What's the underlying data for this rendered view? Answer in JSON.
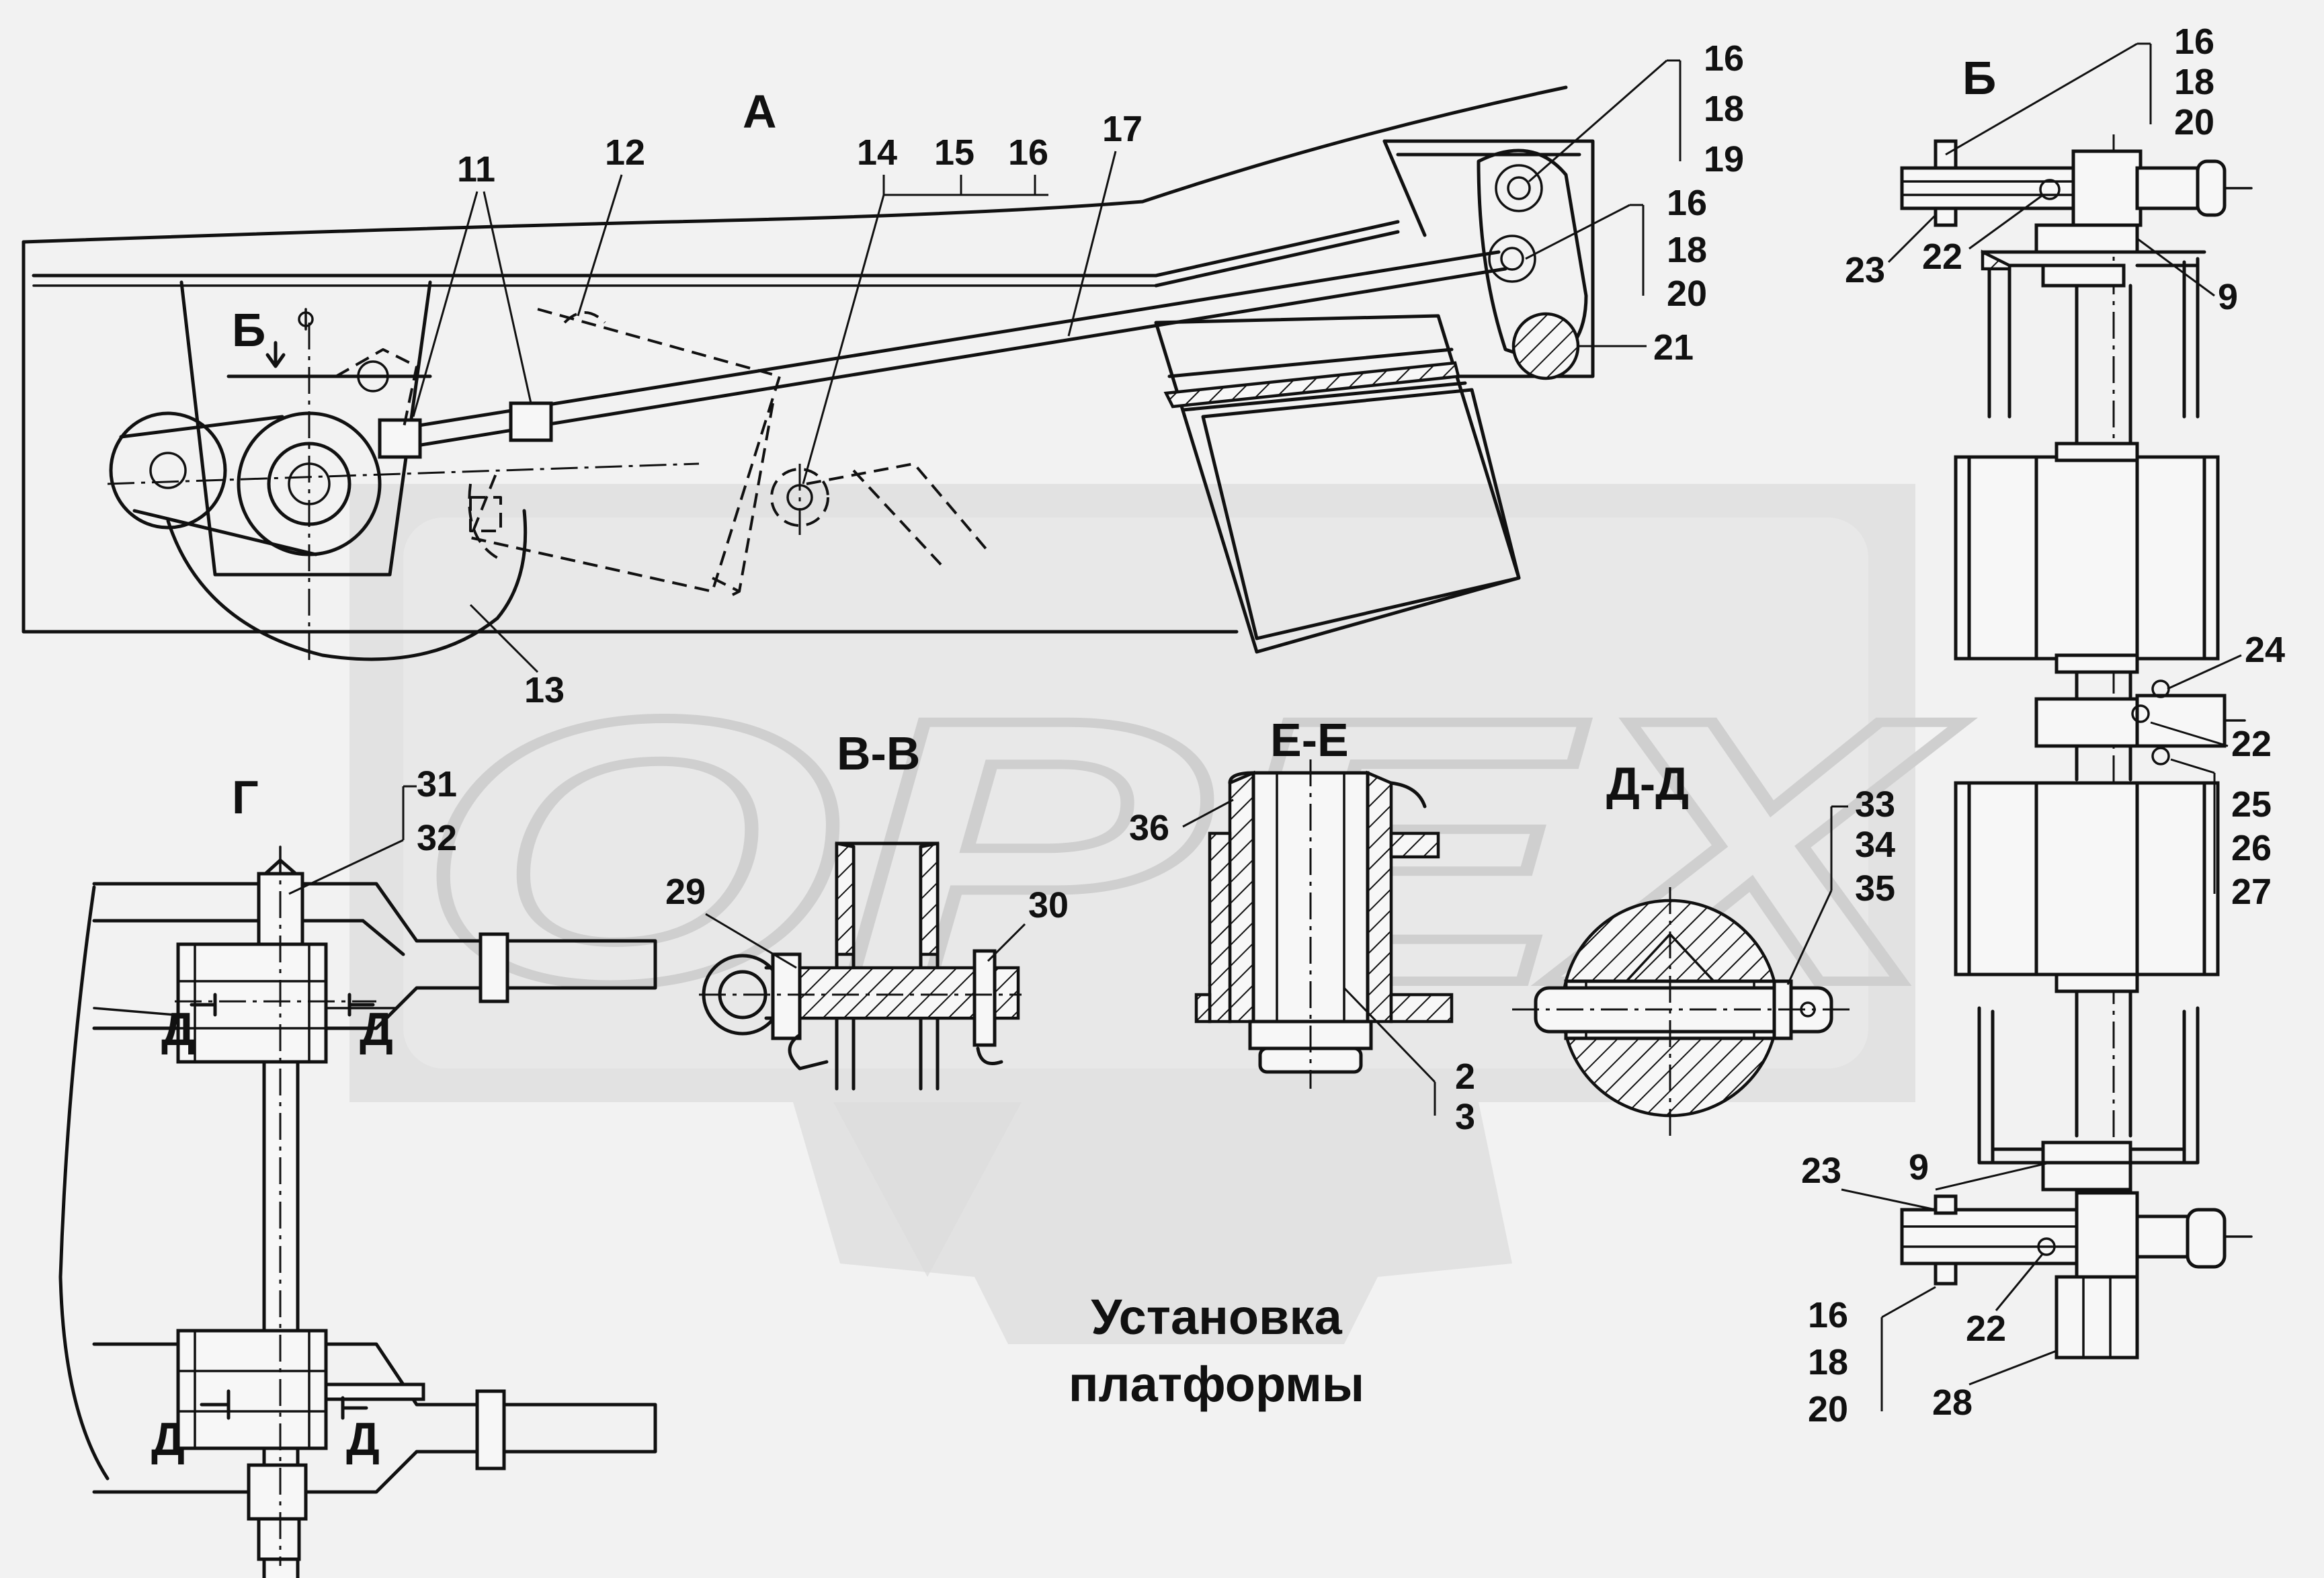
{
  "title": {
    "line1": "Установка",
    "line2": "платформы"
  },
  "watermark": "OPEX",
  "views": {
    "a": "А",
    "b_arrow": "Б",
    "b_view": "Б",
    "g": "Г",
    "vv": "В-В",
    "ee": "Е-Е",
    "dd": "Д-Д",
    "d": "Д"
  },
  "callouts": {
    "c11": "11",
    "c12": "12",
    "c13": "13",
    "c14": "14",
    "c15": "15",
    "c16a": "16",
    "c17": "17",
    "c16b": "16",
    "c18b": "18",
    "c19b": "19",
    "c16c": "16",
    "c18c": "18",
    "c20c": "20",
    "c21": "21",
    "r16a": "16",
    "r18a": "18",
    "r20a": "20",
    "r23a": "23",
    "r22a": "22",
    "r9a": "9",
    "r24": "24",
    "r22b": "22",
    "r25": "25",
    "r26": "26",
    "r27": "27",
    "r23b": "23",
    "r9b": "9",
    "r22c": "22",
    "r16b": "16",
    "r18b": "18",
    "r20b": "20",
    "r28": "28",
    "g31": "31",
    "g32": "32",
    "v29": "29",
    "v30": "30",
    "e36": "36",
    "e2": "2",
    "e3": "3",
    "d33": "33",
    "d34": "34",
    "d35": "35"
  }
}
